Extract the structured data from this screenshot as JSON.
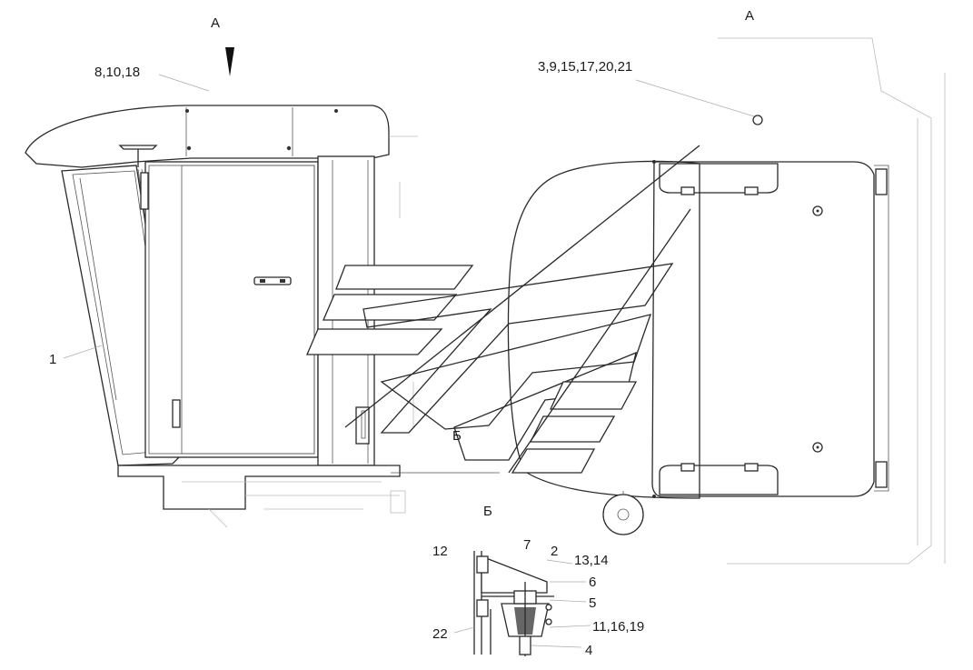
{
  "view_labels": {
    "view_a_left": "А",
    "view_a_right": "А",
    "detail_b": "Б",
    "detail_b_title": "Б"
  },
  "callouts": {
    "c_8_10_18": "8,10,18",
    "c_3_9_15": "3,9,15,17,20,21",
    "c_1": "1",
    "c_12": "12",
    "c_7": "7",
    "c_2": "2",
    "c_13_14": "13,14",
    "c_6": "6",
    "c_5": "5",
    "c_11_16_19": "11,16,19",
    "c_22": "22",
    "c_4": "4"
  }
}
